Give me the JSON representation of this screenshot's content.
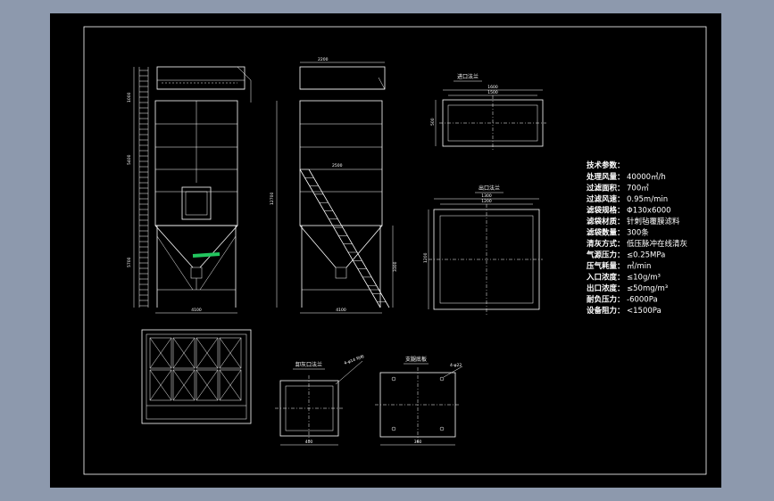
{
  "drawing": {
    "colors": {
      "background": "#8d99ad",
      "sheet": "#000000",
      "line": "#ffffff",
      "highlight": "#22c55e"
    },
    "view_titles": {
      "inlet": "进口法兰",
      "outlet": "出口法兰",
      "discharge": "卸灰口法兰",
      "support": "支腿底板"
    },
    "dimensions": {
      "front_width": "4100",
      "side_width": "4100",
      "side_top": "2200",
      "ladder": "2500",
      "side_height": "12700",
      "hopper_height": "3300",
      "inlet_outer": "1600",
      "inlet_inner": "1500",
      "inlet_height": "500",
      "outlet_outer": "1300",
      "outlet_inner": "1200",
      "outlet_height": "1200",
      "discharge_width": "400",
      "support_width": "360",
      "label_left_1": "1000",
      "label_left_2": "5400",
      "label_left_3": "5700",
      "note_discharge": "4-φ14 均布",
      "note_support": "4-φ22"
    },
    "tech_params": {
      "heading": "技术参数：",
      "rows": [
        {
          "label": "处理风量：",
          "value": "40000㎥/h"
        },
        {
          "label": "过滤面积：",
          "value": "700㎡"
        },
        {
          "label": "过滤风速：",
          "value": "0.95m/min"
        },
        {
          "label": "滤袋规格：",
          "value": "Φ130x6000"
        },
        {
          "label": "滤袋材质：",
          "value": "针刺毡覆膜滤料"
        },
        {
          "label": "滤袋数量：",
          "value": "300条"
        },
        {
          "label": "清灰方式：",
          "value": "低压脉冲在线清灰"
        },
        {
          "label": "气源压力：",
          "value": "≤0.25MPa"
        },
        {
          "label": "压气耗量：",
          "value": "㎥/min"
        },
        {
          "label": "入口浓度：",
          "value": "≤10g/m³"
        },
        {
          "label": "出口浓度：",
          "value": "≤50mg/m³"
        },
        {
          "label": "耐负压力：",
          "value": "-6000Pa"
        },
        {
          "label": "设备阻力：",
          "value": "<1500Pa"
        }
      ]
    }
  }
}
